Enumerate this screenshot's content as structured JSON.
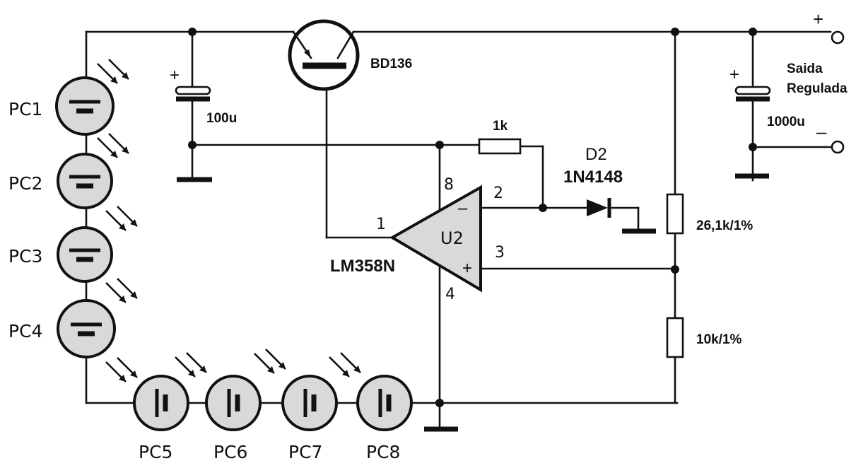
{
  "components": {
    "transistor": "BD136",
    "opamp_ref": "U2",
    "opamp_part": "LM358N",
    "cap_input": "100u",
    "cap_output": "1000u",
    "resistor_feedback": "1k",
    "diode_ref": "D2",
    "diode_part": "1N4148",
    "resistor_upper": "26,1k/1%",
    "resistor_lower": "10k/1%"
  },
  "pins": {
    "p1": "1",
    "p2": "2",
    "p3": "3",
    "p4": "4",
    "p8": "8"
  },
  "output": {
    "line1": "Saida",
    "line2": "Regulada",
    "plus": "+",
    "minus": "–"
  },
  "signs": {
    "plus": "+",
    "minus": "–"
  },
  "cells": [
    "PC1",
    "PC2",
    "PC3",
    "PC4",
    "PC5",
    "PC6",
    "PC7",
    "PC8"
  ]
}
